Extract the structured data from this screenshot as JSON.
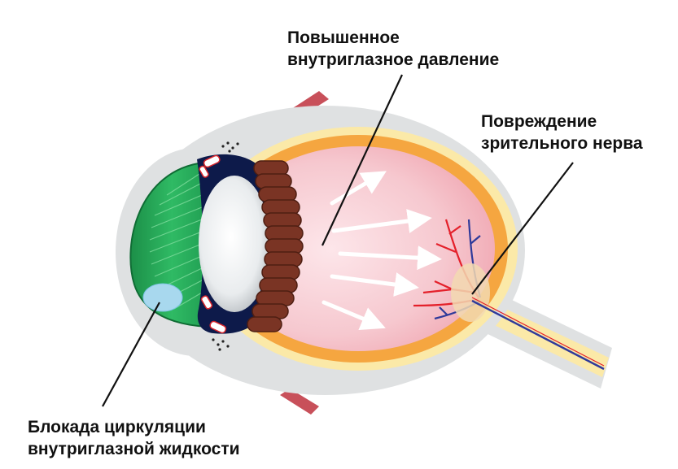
{
  "labels": {
    "pressure": {
      "line1": "Повышенное",
      "line2": "внутриглазное давление"
    },
    "nerve": {
      "line1": "Повреждение",
      "line2": "зрительного нерва"
    },
    "blockage": {
      "line1": "Блокада циркуляции",
      "line2": "внутриглазной жидкости"
    }
  },
  "colors": {
    "sclera": "#dfe1e2",
    "choroid_outer": "#fbe9a8",
    "choroid": "#f5a640",
    "vitreous": "#f4bcc4",
    "cornea": "#25a85a",
    "iris": "#0d1a4a",
    "lens": "#e9ecee",
    "ciliary": "#7a3424",
    "aqueous_outflow": "#a8d8ee",
    "artery": "#e4202a",
    "vein": "#2f3a9a",
    "optic_disc": "#f2d9b2",
    "pointer": "#111111"
  }
}
